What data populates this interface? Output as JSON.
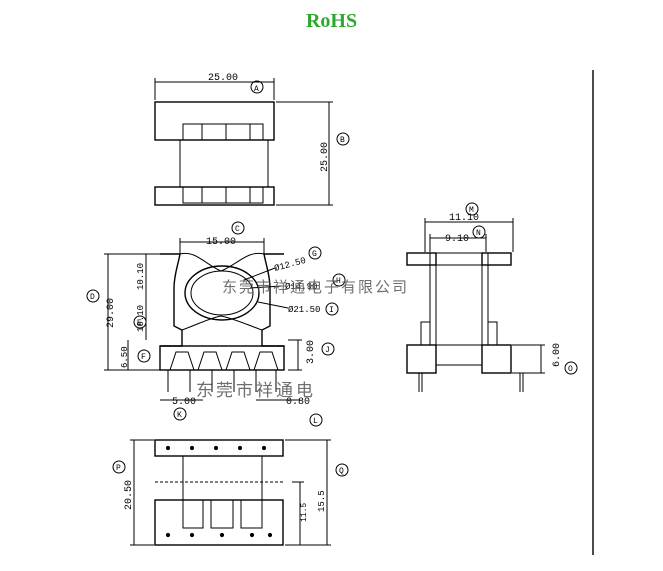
{
  "header": {
    "title": "RoHS"
  },
  "dimensions": {
    "top_width": "25.00",
    "top_height": "25.00",
    "front_width": "15.00",
    "front_height": "29.00",
    "d1": "10.10",
    "d2": "10.10",
    "d3": "6.50",
    "dia_a": "Ø12.50",
    "dia_b": "Ø14.90",
    "dia_c": "Ø21.50",
    "pin_gap": "3.00",
    "pin_pitch": "5.00",
    "pin_len": "0.80",
    "side_outer": "11.10",
    "side_inner": "9.10",
    "side_pin": "6.00",
    "bottom_height": "20.50",
    "bottom_inner": "11.5",
    "bottom_right": "15.5"
  },
  "callouts": [
    "A",
    "B",
    "C",
    "D",
    "E",
    "F",
    "G",
    "H",
    "I",
    "J",
    "K",
    "L",
    "M",
    "N",
    "O",
    "P",
    "Q"
  ],
  "watermarks": {
    "line1": "东莞市祥通电子有限公司",
    "line2": "东莞市祥通电"
  },
  "colors": {
    "ink": "#000000",
    "rohs": "#2ea82e",
    "watermark": "#555555"
  }
}
